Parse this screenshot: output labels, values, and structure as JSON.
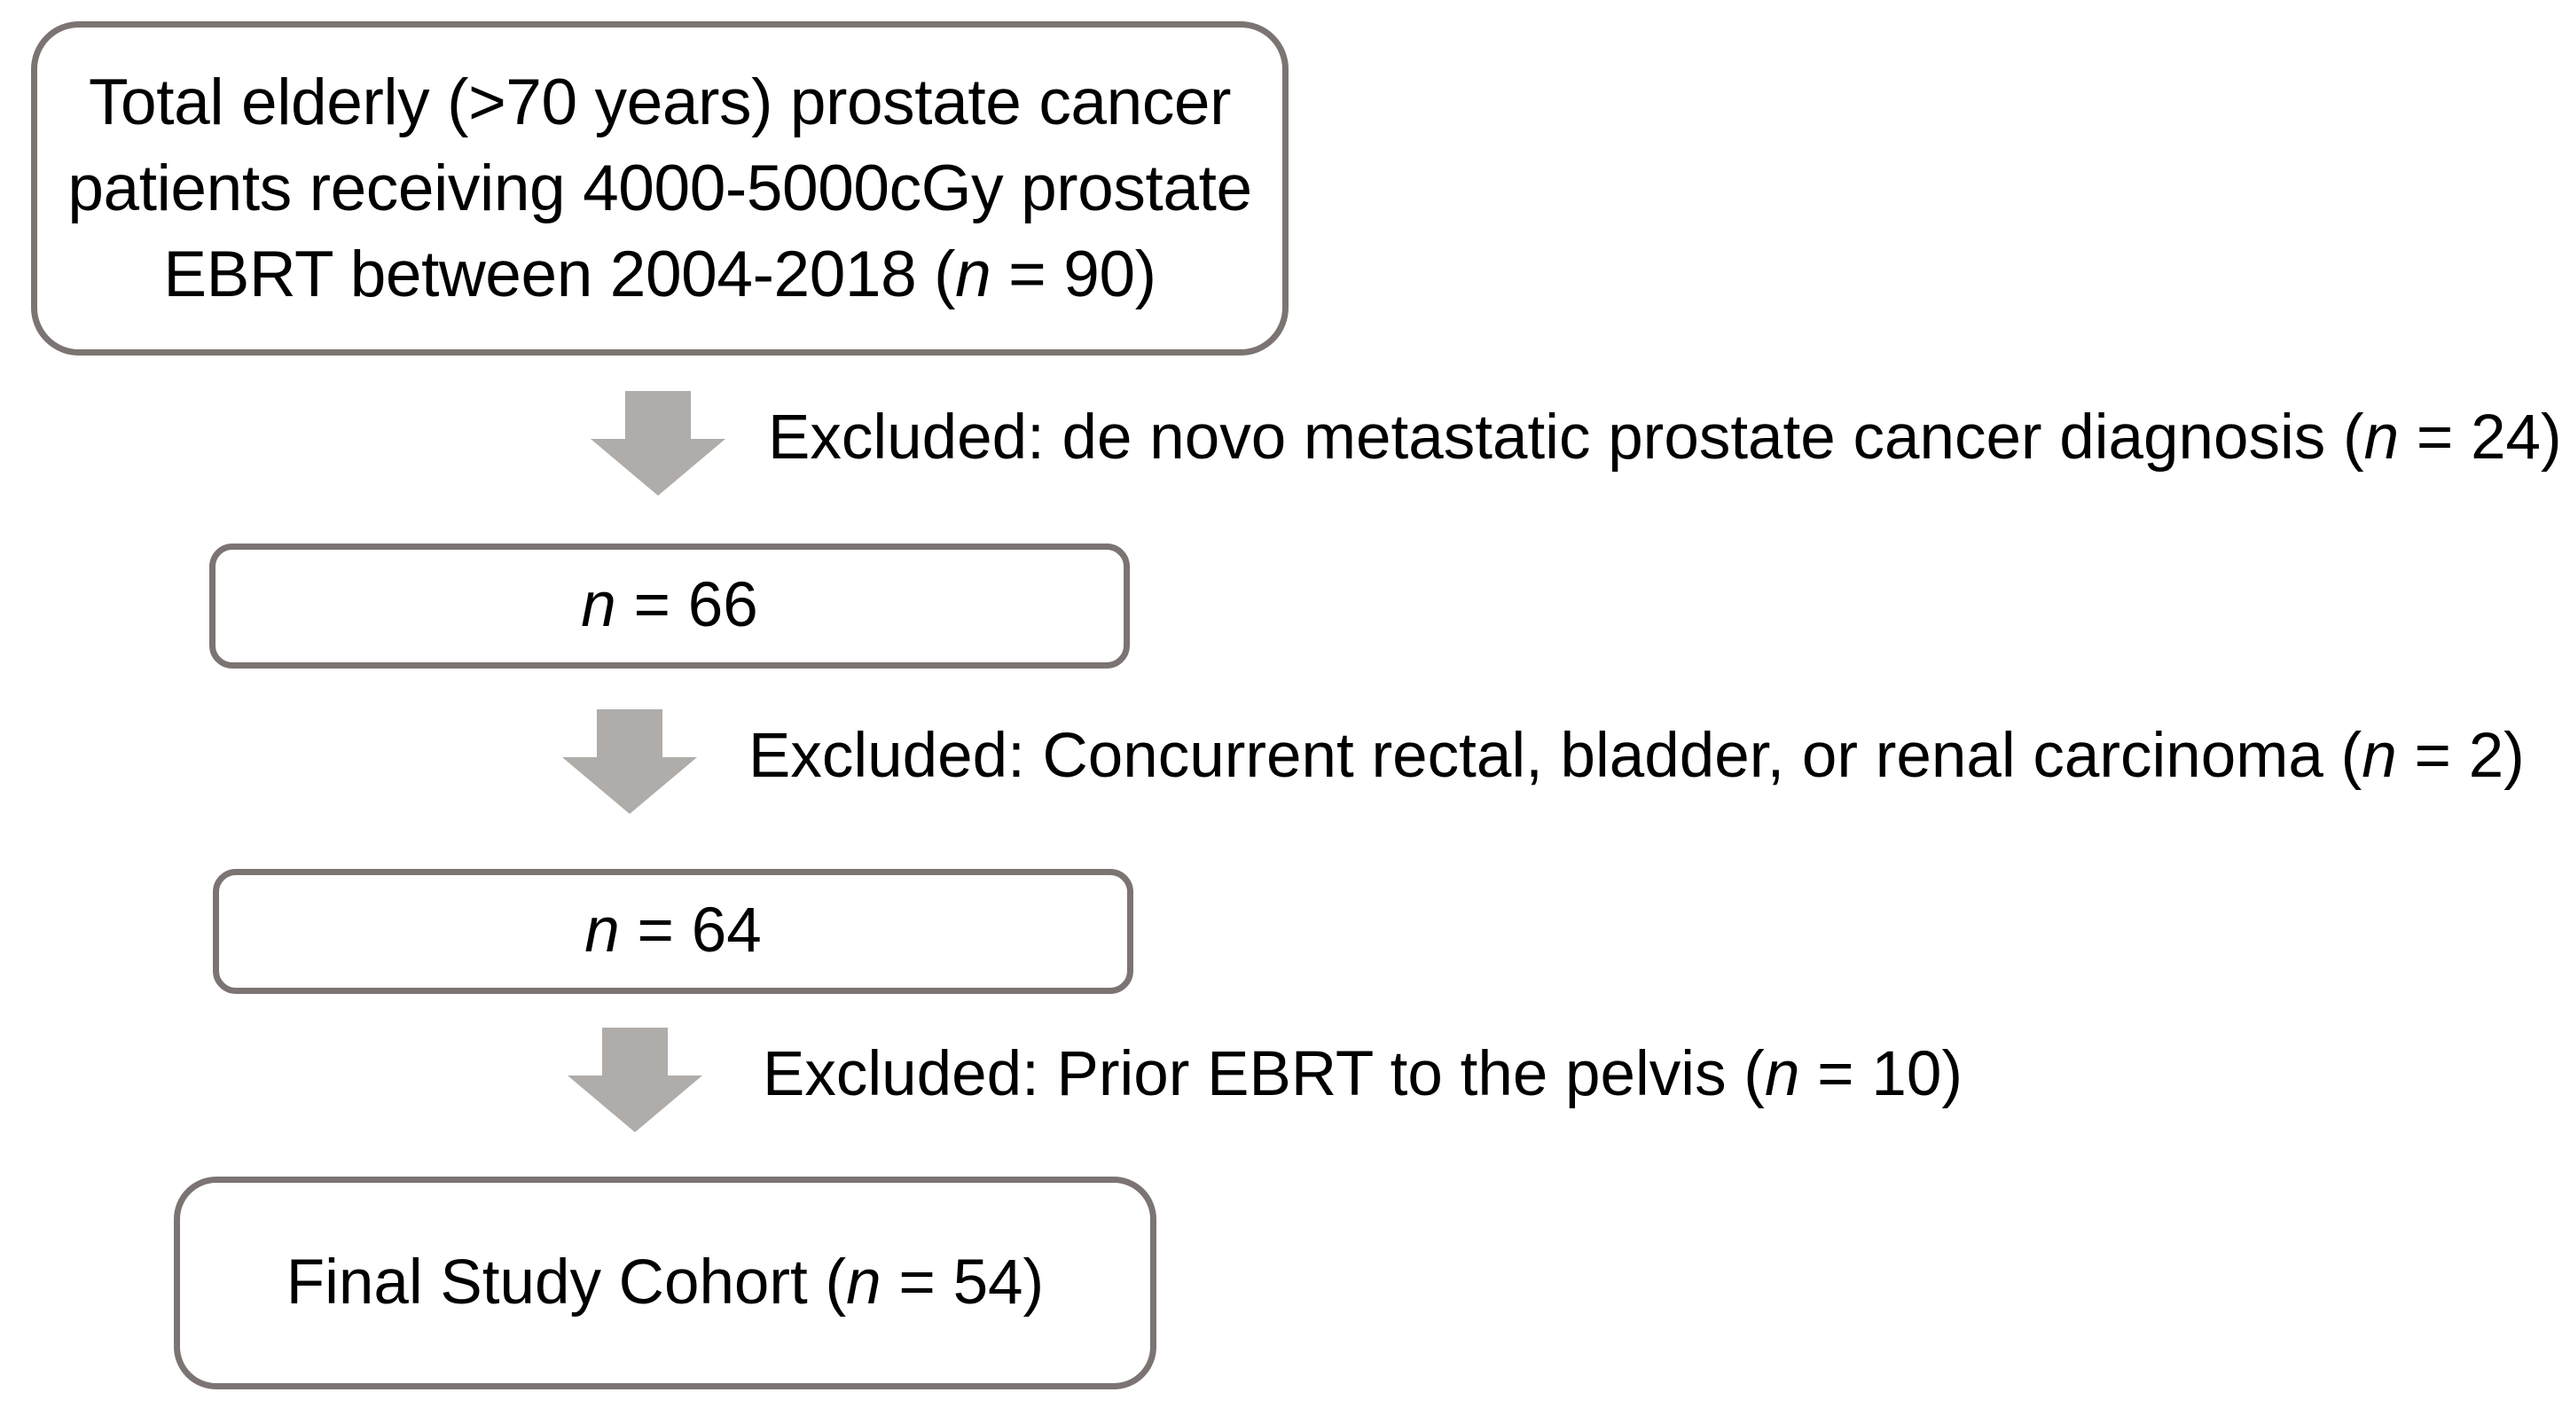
{
  "figure": {
    "type": "flowchart",
    "title": "Patient selection flow diagram",
    "orientation": "top-to-bottom"
  },
  "colors": {
    "box_border": "#7b7472",
    "box_fill": "#ffffff",
    "arrow_fill": "#afaca9",
    "text": "#000000",
    "background": "#ffffff"
  },
  "nodes": [
    {
      "id": "total-cohort",
      "line1": "Total elderly  (>70 years) prostate cancer",
      "line2": "patients receiving 4000-5000cGy prostate",
      "line3_pre": "EBRT between  2004-2018 (",
      "line3_n": "n",
      "line3_post": " = 90)",
      "n_value": 90
    },
    {
      "id": "n66",
      "label_n": "n",
      "label_value": " = 66",
      "n_value": 66
    },
    {
      "id": "n64",
      "label_n": "n",
      "label_value": " = 64",
      "n_value": 64
    },
    {
      "id": "final-cohort",
      "label_pre": "Final Study  Cohort (",
      "label_n": "n",
      "label_post": " = 54)",
      "n_value": 54
    }
  ],
  "exclusions": [
    {
      "id": "exclusion-1",
      "pre": "Excluded: de novo metastatic prostate cancer diagnosis (",
      "n": "n",
      "post": " = 24)",
      "n_value": 24
    },
    {
      "id": "exclusion-2",
      "pre": "Excluded: Concurrent rectal, bladder, or renal carcinoma (",
      "n": "n",
      "post": " = 2)",
      "n_value": 2
    },
    {
      "id": "exclusion-3",
      "pre": "Excluded: Prior EBRT to the pelvis (",
      "n": "n",
      "post": " = 10)",
      "n_value": 10
    }
  ],
  "arrows": [
    {
      "id": "arrow-1",
      "direction": "down"
    },
    {
      "id": "arrow-2",
      "direction": "down"
    },
    {
      "id": "arrow-3",
      "direction": "down"
    }
  ]
}
